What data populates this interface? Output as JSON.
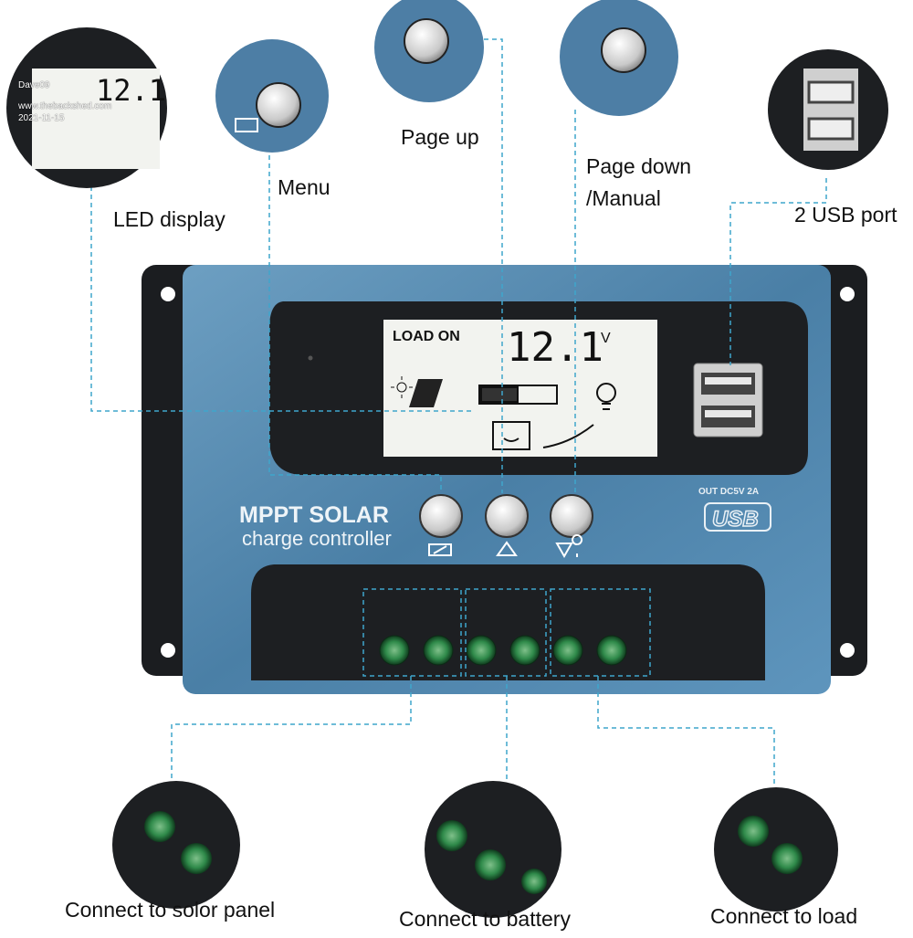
{
  "watermark": {
    "user": "Dave09",
    "site": "www.thebackshed.com",
    "date": "2021-11-15"
  },
  "callouts": {
    "led_display": "LED display",
    "menu": "Menu",
    "page_up": "Page up",
    "page_down": "Page down",
    "manual": "/Manual",
    "usb_port": "2 USB port",
    "solar_panel": "Connect to solor panel",
    "battery": "Connect to battery",
    "load": "Connect to load"
  },
  "device": {
    "brand_line1": "MPPT SOLAR",
    "brand_line2": "charge controller",
    "lcd_status": "LOAD ON",
    "lcd_value": "12.1",
    "lcd_unit": "V",
    "usb_output": "OUT DC5V 2A",
    "usb_logo": "USB"
  },
  "colors": {
    "body": "#4f86ad",
    "plate": "#1b1d20",
    "dash": "#3fa6cc",
    "terminal": "#2f8a4a"
  }
}
